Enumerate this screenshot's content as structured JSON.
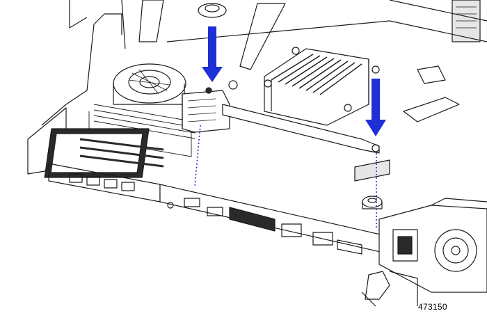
{
  "figure": {
    "id_label": "473150"
  },
  "colors": {
    "line": "#1a1a1a",
    "arrow": "#1f2fd6",
    "guide": "#1f2fd6",
    "fill_light": "#ffffff",
    "fill_gray": "#e6e6e6",
    "fill_dark": "#2a2a2a"
  },
  "annotations": {
    "arrows": [
      "down-arrow-left",
      "down-arrow-right"
    ],
    "guides": [
      "guide-line-left",
      "guide-line-right"
    ]
  }
}
